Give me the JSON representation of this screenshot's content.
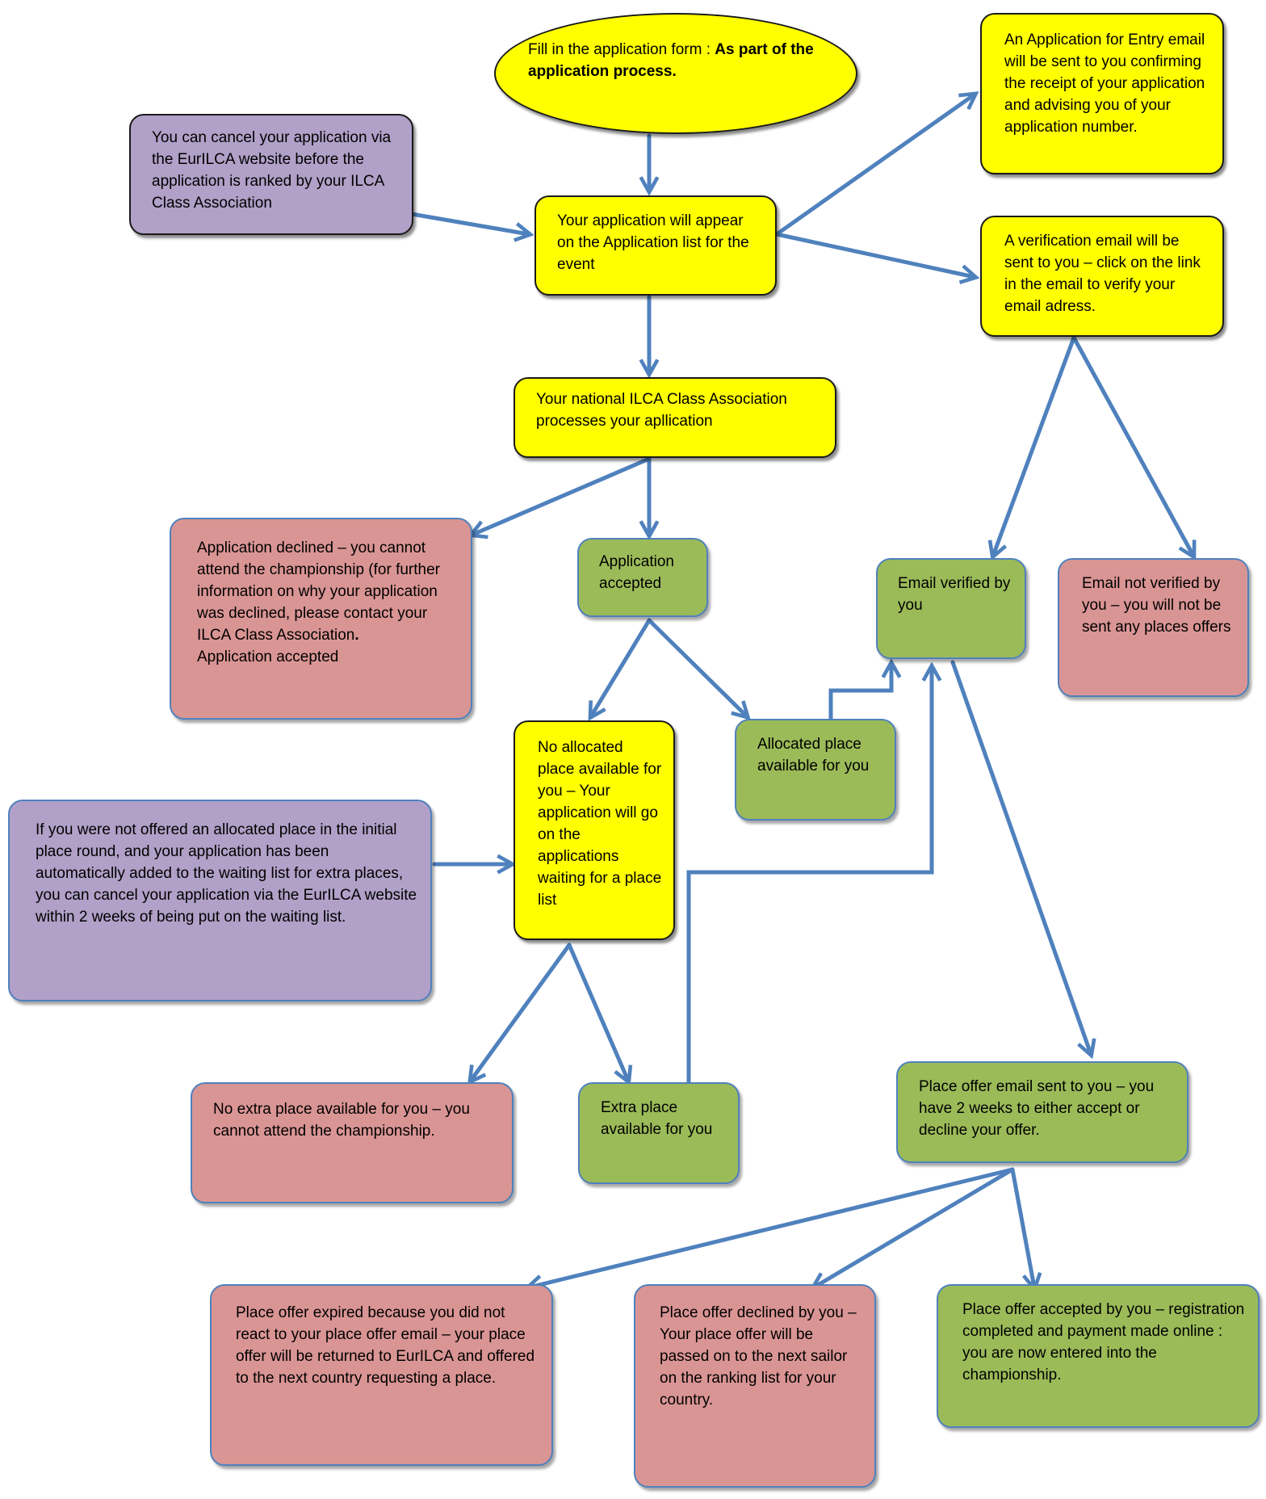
{
  "nodes": {
    "fill_form": {
      "text": "Fill in the application form : ",
      "bold": "As part of the application process."
    },
    "app_list": {
      "text": "Your application will appear on the Application list for the event"
    },
    "entry_email": {
      "text": "An Application for Entry email will be sent to you confirming the receipt of your application and advising you of your application number."
    },
    "verify_email": {
      "text": "A verification email will be sent to you – click on the link in the email to verify your email adress."
    },
    "cancel_before": {
      "text": "You can cancel your application via the EurILCA website before the application is ranked by your ILCA Class Association"
    },
    "national_processes": {
      "text": "Your national ILCA Class Association processes your apllication"
    },
    "declined": {
      "text": "Application declined – you cannot attend the championship (for further information on why your application was declined, please contact your ILCA Class Association",
      "bold_dot": ".",
      "extra": "Application accepted"
    },
    "accepted": {
      "text": "Application accepted"
    },
    "email_verified": {
      "text": "Email verified by you"
    },
    "email_not_verified": {
      "text": "Email not verified by you – you will not be sent any places offers"
    },
    "no_allocated": {
      "text": "No allocated place available for you – Your application will go on the applications waiting for a place list"
    },
    "allocated": {
      "text": "Allocated place available for you"
    },
    "cancel_waiting": {
      "text": "If you were not offered an allocated place in the initial place round, and your application has been automatically added to the waiting list for extra places, you can cancel your application via the EurILCA website within 2 weeks of being put on the waiting list."
    },
    "no_extra": {
      "text": "No extra place available for you – you cannot attend the championship."
    },
    "extra_place": {
      "text": "Extra place available for you"
    },
    "offer_sent": {
      "text": "Place offer email sent to you – you have 2 weeks to either accept or decline your offer."
    },
    "offer_expired": {
      "text": "Place offer expired because you did not react to your place offer email – your place offer will be returned to EurILCA and offered to the next country requesting a place."
    },
    "offer_declined": {
      "text": "Place offer declined by you – Your place offer will be passed on to the next sailor on the ranking list for your country."
    },
    "offer_accepted": {
      "text": "Place offer accepted by you – registration completed and payment made online : you are now entered into the championship."
    }
  },
  "colors": {
    "yellow": "#ffff00",
    "green": "#9bbb59",
    "pink": "#d99594",
    "purple": "#b1a0c7",
    "arrow": "#4f81bd"
  },
  "icons": {
    "connector_arrow": "arrowhead"
  }
}
